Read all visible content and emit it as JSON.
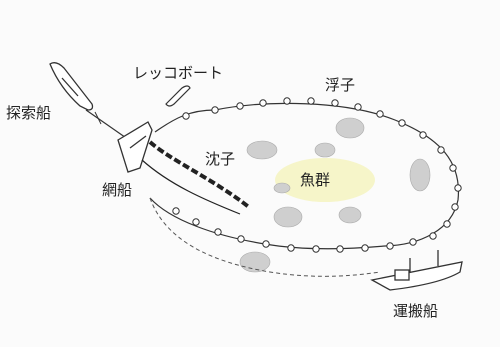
{
  "labels": {
    "search_boat": "探索船",
    "lecco_boat": "レッコボート",
    "net_boat": "網船",
    "sinker": "沈子",
    "float": "浮子",
    "fish_school": "魚群",
    "carrier_boat": "運搬船"
  },
  "colors": {
    "line": "#333333",
    "fish_school_glow": "#f3f0a0",
    "fish": "#c9c9c9"
  }
}
